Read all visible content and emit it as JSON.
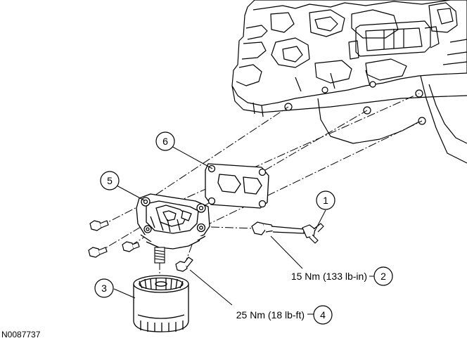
{
  "figure_id": "N0087737",
  "callouts": [
    {
      "number": "1"
    },
    {
      "number": "2",
      "torque": "15 Nm (133 lb-in)"
    },
    {
      "number": "3"
    },
    {
      "number": "4",
      "torque": "25 Nm (18 lb-ft)"
    },
    {
      "number": "5"
    },
    {
      "number": "6"
    }
  ]
}
